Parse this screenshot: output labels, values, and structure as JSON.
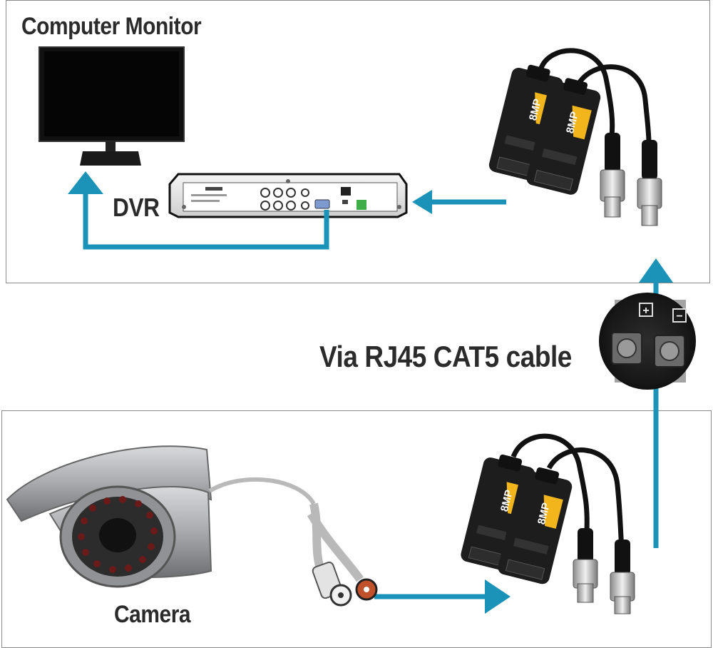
{
  "labels": {
    "monitor": "Computer Monitor",
    "dvr": "DVR",
    "cable": "Via RJ45 CAT5 cable",
    "camera": "Camera"
  },
  "balun": {
    "badge": "8MP"
  },
  "terminal": {
    "plus": "+",
    "minus": "−"
  },
  "colors": {
    "arrow": "#1b93b8",
    "balun_body": "#1d1d1d",
    "balun_label": "#f2b51c",
    "camera_body": "#a7a9ac",
    "panel_border": "#8a8a8a"
  }
}
